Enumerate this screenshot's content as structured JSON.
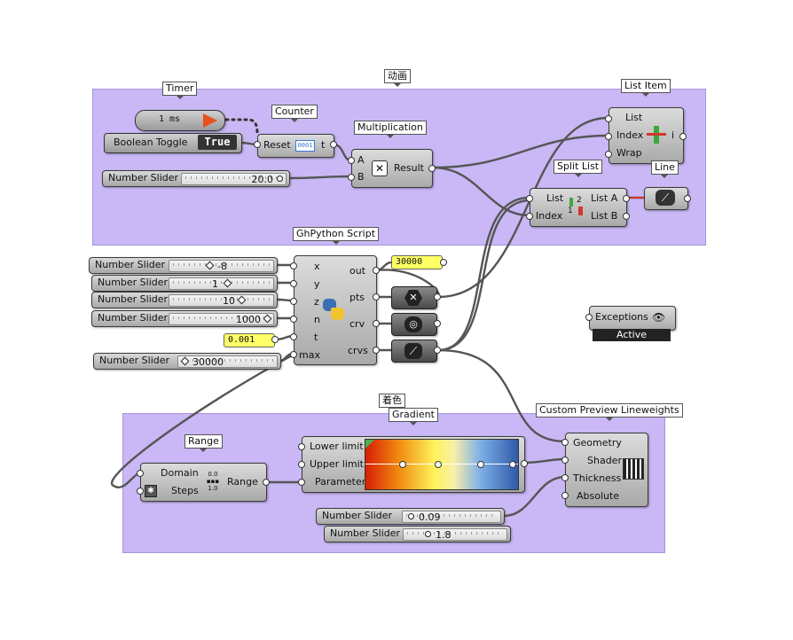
{
  "groups": {
    "animation": "动画",
    "coloring": "着色"
  },
  "timer": {
    "tag": "Timer",
    "value": "1 ms"
  },
  "toggle": {
    "name": "Boolean Toggle",
    "value": "True"
  },
  "counter": {
    "tag": "Counter",
    "reset": "Reset",
    "icon_text": "0001",
    "out": "t"
  },
  "multiplication": {
    "tag": "Multiplication",
    "in_a": "A",
    "in_b": "B",
    "out": "Result"
  },
  "slider_20": {
    "name": "Number Slider",
    "value": "20.0"
  },
  "list_item": {
    "tag": "List Item",
    "in_list": "List",
    "in_index": "Index",
    "in_wrap": "Wrap",
    "out": "i"
  },
  "split_list": {
    "tag": "Split List",
    "in_list": "List",
    "in_index": "Index",
    "out_a": "List A",
    "out_b": "List B",
    "icon_top": "2",
    "icon_bottom": "1"
  },
  "line": {
    "tag": "Line"
  },
  "ghpython": {
    "tag": "GhPython Script",
    "inputs": [
      "x",
      "y",
      "z",
      "n",
      "t",
      "max"
    ],
    "outputs": [
      "out",
      "pts",
      "crv",
      "crvs"
    ]
  },
  "sliders_left": [
    {
      "name": "Number Slider",
      "value": "-8"
    },
    {
      "name": "Number Slider",
      "value": "1"
    },
    {
      "name": "Number Slider",
      "value": "10"
    },
    {
      "name": "Number Slider",
      "value": "1000"
    }
  ],
  "panel_t": "0.001",
  "slider_max": {
    "name": "Number Slider",
    "value": "30000"
  },
  "panel_out": "30000",
  "exceptions": {
    "label": "Exceptions",
    "status": "Active"
  },
  "gradient": {
    "tag": "Gradient",
    "lower": "Lower limit",
    "upper": "Upper limit",
    "param": "Parameter"
  },
  "range": {
    "tag": "Range",
    "domain": "Domain",
    "steps": "Steps",
    "out": "Range",
    "icon_top": "0.0",
    "icon_bottom": "1.0"
  },
  "preview": {
    "tag": "Custom Preview Lineweights",
    "geometry": "Geometry",
    "shader": "Shader",
    "thickness": "Thickness",
    "absolute": "Absolute"
  },
  "slider_009": {
    "name": "Number Slider",
    "value": "0.09"
  },
  "slider_18": {
    "name": "Number Slider",
    "value": "1.8"
  },
  "colors": {
    "group_fill": "#c9b8f5",
    "panel_yellow": "#ffff66",
    "wire": "#555555",
    "timer_arrow": "#e8501e"
  }
}
